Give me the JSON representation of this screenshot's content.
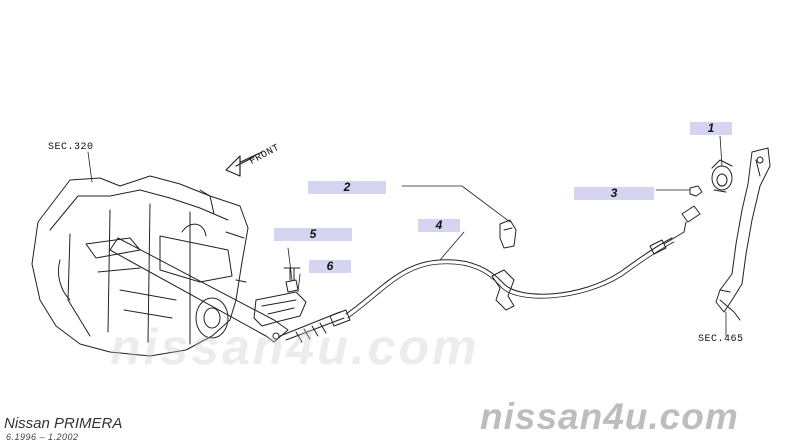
{
  "diagram": {
    "section_refs": {
      "transmission": "SEC.320",
      "pedal": "SEC.465"
    },
    "front_label": "FRONT",
    "callouts": [
      {
        "id": "1",
        "label": "1"
      },
      {
        "id": "2",
        "label": "2"
      },
      {
        "id": "3",
        "label": "3"
      },
      {
        "id": "4",
        "label": "4"
      },
      {
        "id": "5",
        "label": "5"
      },
      {
        "id": "6",
        "label": "6"
      }
    ],
    "callout_color": "#d5d5f2"
  },
  "footer": {
    "model": "Nissan PRIMERA",
    "production_range": "6.1996 – 1.2002"
  },
  "watermark": {
    "text": "nissan4u.com"
  }
}
